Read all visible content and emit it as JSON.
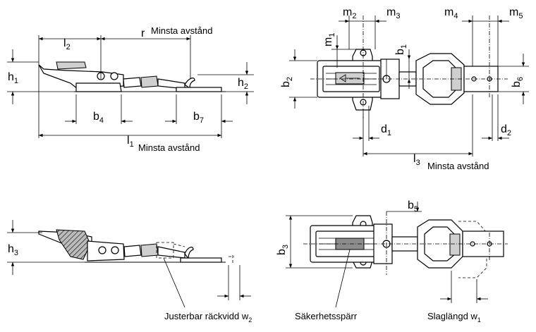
{
  "labels": {
    "l1": {
      "base": "l",
      "sub": "1"
    },
    "l2": {
      "base": "l",
      "sub": "2"
    },
    "l3": {
      "base": "l",
      "sub": "3"
    },
    "r": "r",
    "h1": {
      "base": "h",
      "sub": "1"
    },
    "h2": {
      "base": "h",
      "sub": "2"
    },
    "h3": {
      "base": "h",
      "sub": "3"
    },
    "b2": {
      "base": "b",
      "sub": "2"
    },
    "b3": {
      "base": "b",
      "sub": "3"
    },
    "b4": {
      "base": "b",
      "sub": "4"
    },
    "b5": {
      "base": "b",
      "sub": "5"
    },
    "b6": {
      "base": "b",
      "sub": "6"
    },
    "b7": {
      "base": "b",
      "sub": "7"
    },
    "m1": {
      "base": "m",
      "sub": "1"
    },
    "m2": {
      "base": "m",
      "sub": "2"
    },
    "m3": {
      "base": "m",
      "sub": "3"
    },
    "m4": {
      "base": "m",
      "sub": "4"
    },
    "m5": {
      "base": "m",
      "sub": "5"
    },
    "d1": {
      "base": "d",
      "sub": "1"
    },
    "d2": {
      "base": "d",
      "sub": "2"
    },
    "b1": {
      "base": "b",
      "sub": "1"
    }
  },
  "notes": {
    "min_distance_top": "Minsta avstånd",
    "min_distance_l1": "Minsta avstånd",
    "min_distance_l3": "Minsta avstånd",
    "adjustable_reach": {
      "base": "Justerbar räckvidd w",
      "sub": "2"
    },
    "safety_lock": "Säkerhetsspärr",
    "stroke_length": {
      "base": "Slaglängd w",
      "sub": "1"
    }
  }
}
